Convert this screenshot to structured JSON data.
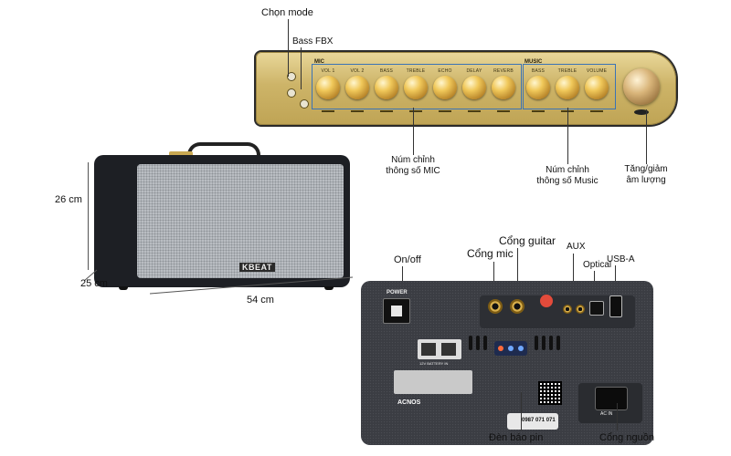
{
  "labels": {
    "chon_mode": "Chọn mode",
    "bass_fbx": "Bass FBX",
    "num_mic_1": "Núm chỉnh",
    "num_mic_2": "thông số MIC",
    "num_music_1": "Núm chỉnh",
    "num_music_2": "thông số Music",
    "volume_1": "Tăng/giảm",
    "volume_2": "âm lượng",
    "dim_height": "26 cm",
    "dim_depth": "25 cm",
    "dim_width": "54 cm",
    "on_off": "On/off",
    "cong_mic": "Cổng mic",
    "cong_guitar": "Cổng guitar",
    "aux": "AUX",
    "optical": "Optical",
    "usb_a": "USB-A",
    "den_bao_pin": "Đèn báo pin",
    "cong_nguon": "Cổng nguồn"
  },
  "panel": {
    "mic_tag": "MIC",
    "music_tag": "MUSIC",
    "mic_knobs": [
      "VOL 1",
      "VOL 2",
      "BASS",
      "TREBLE",
      "ECHO",
      "DELAY",
      "REVERB"
    ],
    "music_knobs": [
      "BASS",
      "TREBLE",
      "VOLUME"
    ]
  },
  "speaker": {
    "logo": "KBEAT"
  },
  "back": {
    "power": "POWER",
    "brand": "ACNOS",
    "ac_in": "AC IN",
    "hotline": "0987 071 071",
    "battery": "12V BATTERY IN"
  }
}
